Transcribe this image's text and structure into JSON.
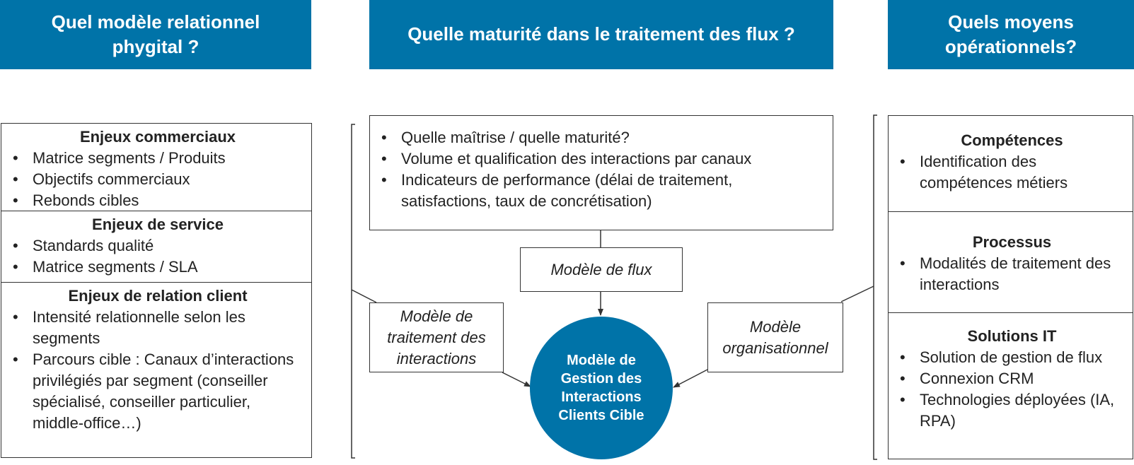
{
  "headers": {
    "left": "Quel modèle relationnel phygital ?",
    "center": "Quelle maturité dans le traitement des flux ?",
    "right": "Quels moyens opérationnels?"
  },
  "left_panel": {
    "sections": [
      {
        "title": "Enjeux commerciaux",
        "items": [
          "Matrice segments / Produits",
          "Objectifs commerciaux",
          "Rebonds cibles"
        ]
      },
      {
        "title": "Enjeux de service",
        "items": [
          "Standards qualité",
          "Matrice segments / SLA"
        ]
      },
      {
        "title": "Enjeux de relation client",
        "items": [
          "Intensité relationnelle selon les segments",
          "Parcours cible : Canaux d’interactions privilégiés par segment (conseiller spécialisé, conseiller particulier, middle-office…)"
        ]
      }
    ]
  },
  "center_panel": {
    "items": [
      "Quelle maîtrise / quelle maturité?",
      "Volume et qualification des interactions par canaux",
      "Indicateurs de performance (délai de traitement, satisfactions, taux de concrétisation)"
    ]
  },
  "models": {
    "flux": "Modèle de flux",
    "traitement": "Modèle de traitement des interactions",
    "organisationnel": "Modèle organisationnel",
    "target": "Modèle de Gestion des Interactions Clients Cible"
  },
  "right_panel": {
    "sections": [
      {
        "title": "Compétences",
        "items": [
          "Identification des compétences métiers"
        ]
      },
      {
        "title": "Processus",
        "items": [
          "Modalités de traitement des interactions"
        ]
      },
      {
        "title": "Solutions IT",
        "items": [
          "Solution de gestion de flux",
          "Connexion CRM",
          "Technologies déployées (IA, RPA)"
        ]
      }
    ]
  },
  "colors": {
    "header_bg": "#0073a8",
    "circle_bg": "#0073a8",
    "border": "#333333"
  }
}
